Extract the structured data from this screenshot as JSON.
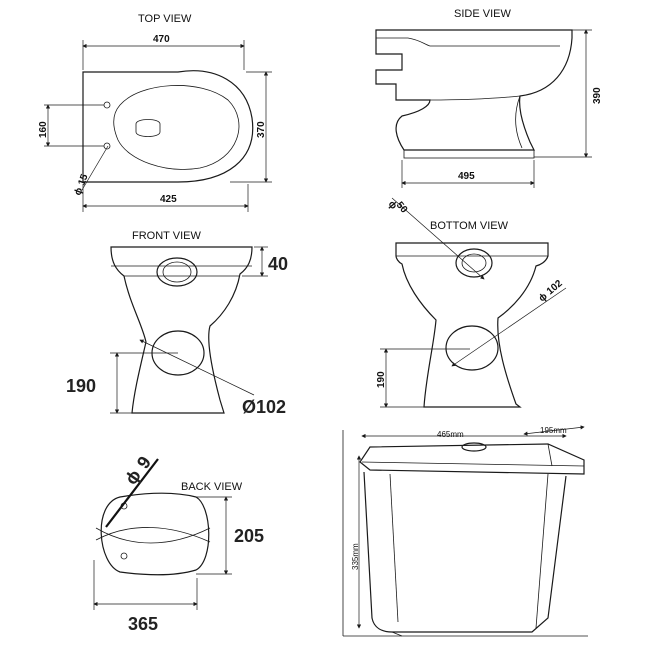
{
  "views": {
    "top": {
      "title": "TOP VIEW",
      "width": "470",
      "depth": "370",
      "bolt_spacing": "160",
      "hole": "15",
      "base_width": "425"
    },
    "side": {
      "title": "SIDE VIEW",
      "height": "390",
      "length": "495"
    },
    "front": {
      "title": "FRONT VIEW",
      "rim": "40",
      "outlet_height": "190",
      "outlet_diameter": "Ø102"
    },
    "bottom": {
      "title": "BOTTOM VIEW",
      "inlet": "50",
      "outlet": "102",
      "outlet_height": "190"
    },
    "back": {
      "title": "BACK VIEW",
      "hole": "9",
      "height": "205",
      "width": "365"
    },
    "cistern": {
      "width": "465mm",
      "depth": "195mm",
      "height": "335mm"
    }
  },
  "symbols": {
    "phi": "ϕ"
  }
}
